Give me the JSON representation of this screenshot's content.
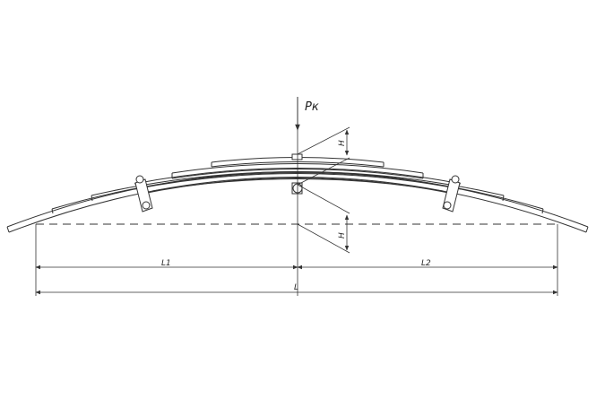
{
  "labels": {
    "force": "Pк",
    "h_upper": "H",
    "h_lower": "H",
    "len_left": "L1",
    "len_right": "L2",
    "len_total": "L"
  },
  "colors": {
    "line": "#333333",
    "background": "#ffffff"
  }
}
